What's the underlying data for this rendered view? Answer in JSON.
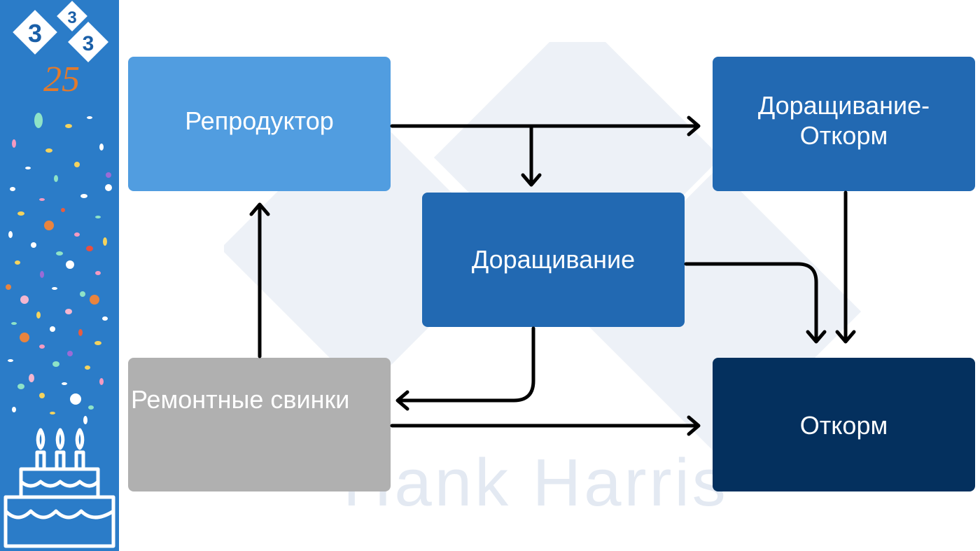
{
  "logo": {
    "digits": [
      "3",
      "3",
      "3"
    ],
    "number": "25"
  },
  "colors": {
    "sidebar": "#2b7cc8",
    "reproductor": "#519de0",
    "nursery": "#2269b2",
    "nursery_finishing": "#2269b2",
    "gilts": "#b0b0b0",
    "finishing": "#04305e",
    "arrow": "#000000"
  },
  "watermark": {
    "text": "Hank Harris"
  },
  "nodes": {
    "reproductor": "Репродуктор",
    "nursery_finishing": "Доращивание-Откорм",
    "nursery": "Доращивание",
    "gilts": "Ремонтные свинки",
    "finishing": "Откорм"
  },
  "edges": [
    {
      "from": "reproductor",
      "to": "nursery_finishing"
    },
    {
      "from": "reproductor",
      "to": "nursery"
    },
    {
      "from": "nursery",
      "to": "finishing"
    },
    {
      "from": "nursery",
      "to": "gilts"
    },
    {
      "from": "nursery_finishing",
      "to": "finishing"
    },
    {
      "from": "gilts",
      "to": "reproductor"
    },
    {
      "from": "gilts",
      "to": "finishing"
    }
  ]
}
